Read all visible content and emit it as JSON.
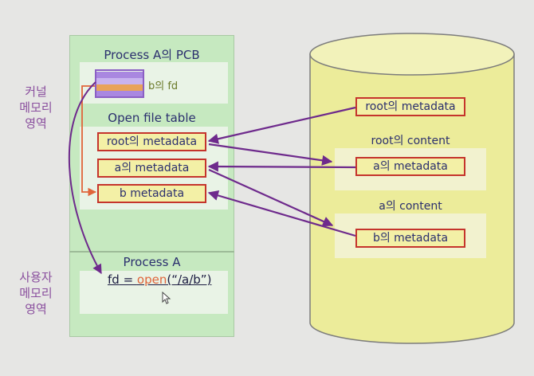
{
  "kernel_label": [
    "커널",
    "메모리",
    "영역"
  ],
  "user_label": [
    "사용자",
    "메모리",
    "영역"
  ],
  "pcb": {
    "title": "Process A의 PCB",
    "fd_label": "b의 fd"
  },
  "open_file_table": {
    "title": "Open file table",
    "entries": [
      "root의 metadata",
      "a의 metadata",
      "b metadata"
    ]
  },
  "process_a": {
    "title": "Process A",
    "code": {
      "fd": "fd",
      "eq": " = ",
      "func": "open",
      "args": "(“/a/b”)"
    }
  },
  "disk": {
    "root_metadata": "root의 metadata",
    "root_content_title": "root의 content",
    "root_content_entry": "a의 metadata",
    "a_content_title": "a의 content",
    "a_content_entry": "b의 metadata"
  },
  "colors": {
    "kernel_green": "#c6e9c0",
    "disk_yellow": "#ecec9a",
    "box_border": "#c5342c",
    "arrow_purple": "#6e2a8c",
    "pointer_orange": "#e0643a",
    "stripe_purple": "#a987e0",
    "stripe_orange": "#e8a35a"
  }
}
